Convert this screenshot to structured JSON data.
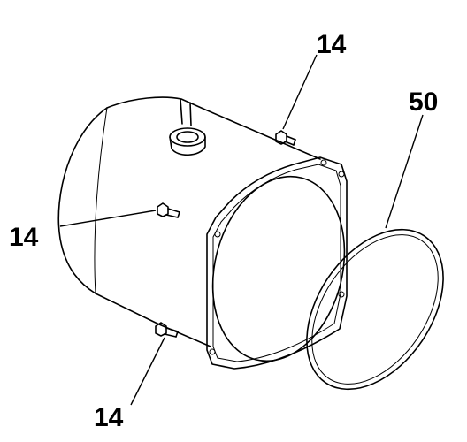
{
  "callouts": [
    {
      "label": "14"
    },
    {
      "label": "50"
    },
    {
      "label": "14"
    },
    {
      "label": "14"
    }
  ]
}
